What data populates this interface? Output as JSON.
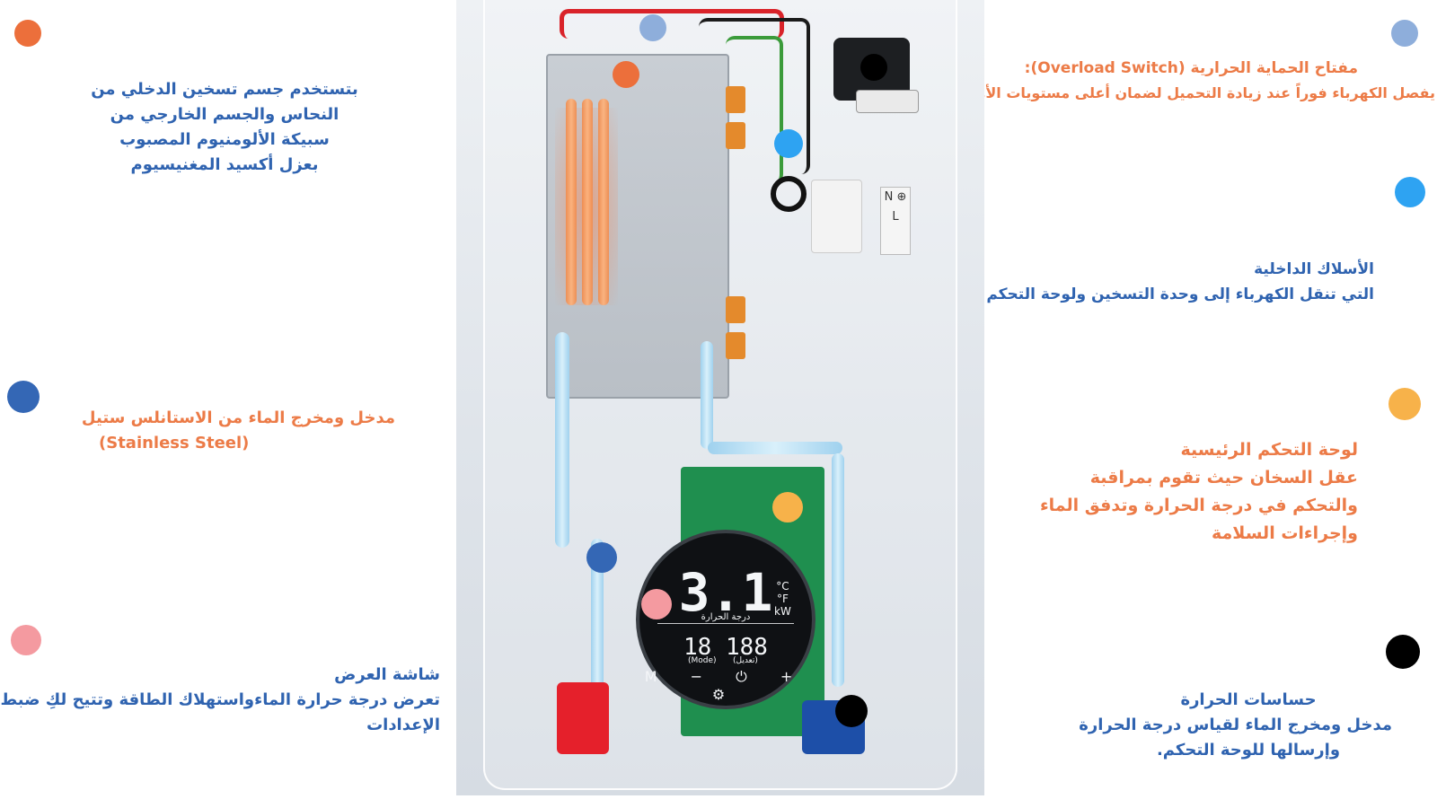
{
  "callouts": {
    "heating_body": [
      "بتستخدم جسم تسخين الدخلي  من",
      "النحاس  والجسم الخارجي من",
      "سبيكة الألومنيوم المصبوب",
      "بعزل أكسيد المغنيسيوم"
    ],
    "water_inlet_outlet": [
      "مدخل ومخرج الماء من الاستانلس ستيل",
      "(Stainless Steel)"
    ],
    "display_screen": [
      "شاشة العرض",
      "تعرض درجة حرارة الماءواستهلاك الطاقة وتتيح لكِ ضبط",
      "الإعدادات"
    ],
    "overload_switch": [
      "مفتاح الحماية الحرارية (Overload Switch):",
      "يفصل الكهرباء فوراً عند زيادة التحميل لضمان أعلى مستويات الأمان."
    ],
    "internal_wires": [
      "الأسلاك الداخلية",
      "التي تنقل الكهرباء إلى وحدة التسخين ولوحة التحكم"
    ],
    "main_board": [
      "لوحة التحكم الرئيسية",
      "عقل السخان حيث تقوم بمراقبة",
      "والتحكم في درجة الحرارة وتدفق الماء",
      "وإجراءات السلامة"
    ],
    "temp_sensors": [
      "حساسات الحرارة",
      "مدخل ومخرج الماء لقياس درجة الحرارة",
      "وإرسالها للوحة التحكم."
    ]
  },
  "display": {
    "power_value": "3.1",
    "unit_c": "°C",
    "unit_f": "°F",
    "unit_kw": "kW",
    "temp_label": "درجة الحرارة",
    "secondary_value": "18 188",
    "mode_label": "(Mode)",
    "adjust_label": "(تعديل)",
    "icons": "M − ⏻ + ⚙"
  },
  "terminal_labels": "N ⊕ L",
  "colors": {
    "orange": "#ec7b47",
    "dark_blue": "#2f63b0",
    "light_blue": "#8eaedb",
    "cyan": "#2ea3f2",
    "yellow": "#f7b24a",
    "pink": "#f49aa0",
    "black": "#000000"
  }
}
